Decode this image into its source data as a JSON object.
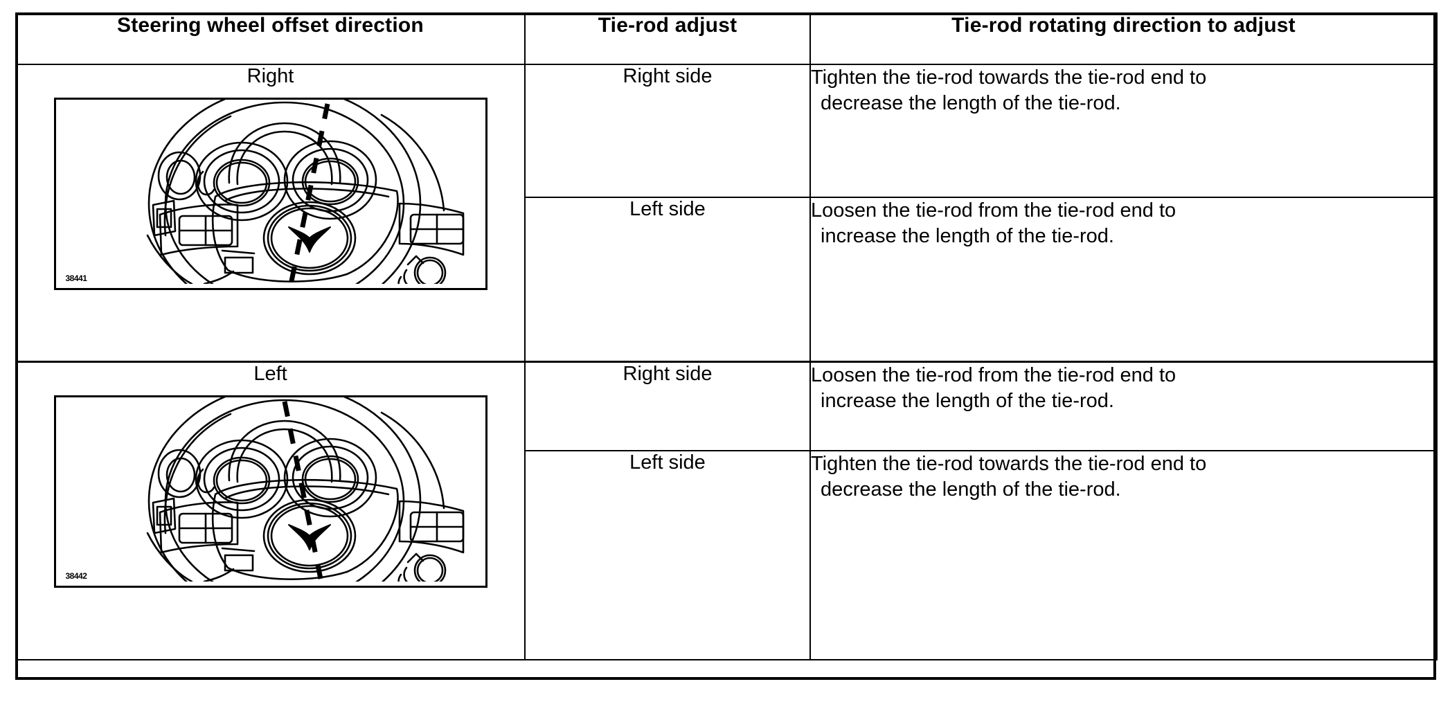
{
  "table": {
    "columns": [
      {
        "key": "offset_direction",
        "label": "Steering wheel offset direction"
      },
      {
        "key": "tie_rod_adjust",
        "label": "Tie-rod adjust"
      },
      {
        "key": "rotating_direction",
        "label": "Tie-rod rotating direction to adjust"
      }
    ],
    "row_groups": [
      {
        "direction": "Right",
        "diagram": {
          "name": "steering-wheel-offset-right",
          "code": "38441",
          "tilt_deg": -7
        },
        "rows": [
          {
            "side": "Right side",
            "instruction_line1": "Tighten the tie-rod towards the tie-rod end to",
            "instruction_line2": "decrease the length of the tie-rod."
          },
          {
            "side": "Left side",
            "instruction_line1": "Loosen the tie-rod from the tie-rod end to",
            "instruction_line2": "increase the length of the tie-rod."
          }
        ]
      },
      {
        "direction": "Left",
        "diagram": {
          "name": "steering-wheel-offset-left",
          "code": "38442",
          "tilt_deg": 6
        },
        "rows": [
          {
            "side": "Right side",
            "instruction_line1": "Loosen the tie-rod from the tie-rod end to",
            "instruction_line2": "increase the length of the tie-rod."
          },
          {
            "side": "Left side",
            "instruction_line1": "Tighten the tie-rod towards the tie-rod end to",
            "instruction_line2": "decrease the length of the tie-rod."
          }
        ]
      }
    ]
  },
  "colors": {
    "ink": "#000000",
    "paper": "#ffffff"
  }
}
